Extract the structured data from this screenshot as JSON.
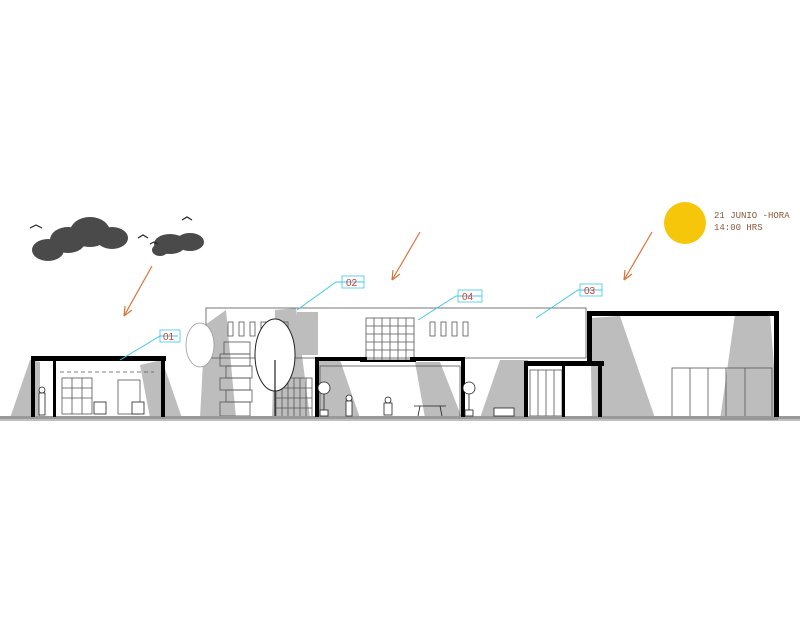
{
  "sun_note": {
    "line1": "21 JUNIO -HORA",
    "line2": "14:00 HRS"
  },
  "tags": {
    "t01": "01",
    "t02": "02",
    "t03": "03",
    "t04": "04"
  },
  "colors": {
    "sun": "#f5c60a",
    "arrow": "#d9743a",
    "leader": "#3cc8e6",
    "tag_text": "#d43a2a",
    "shadow": "#bdbdbd",
    "wall": "#000000",
    "cloud": "#4a4a4a"
  }
}
